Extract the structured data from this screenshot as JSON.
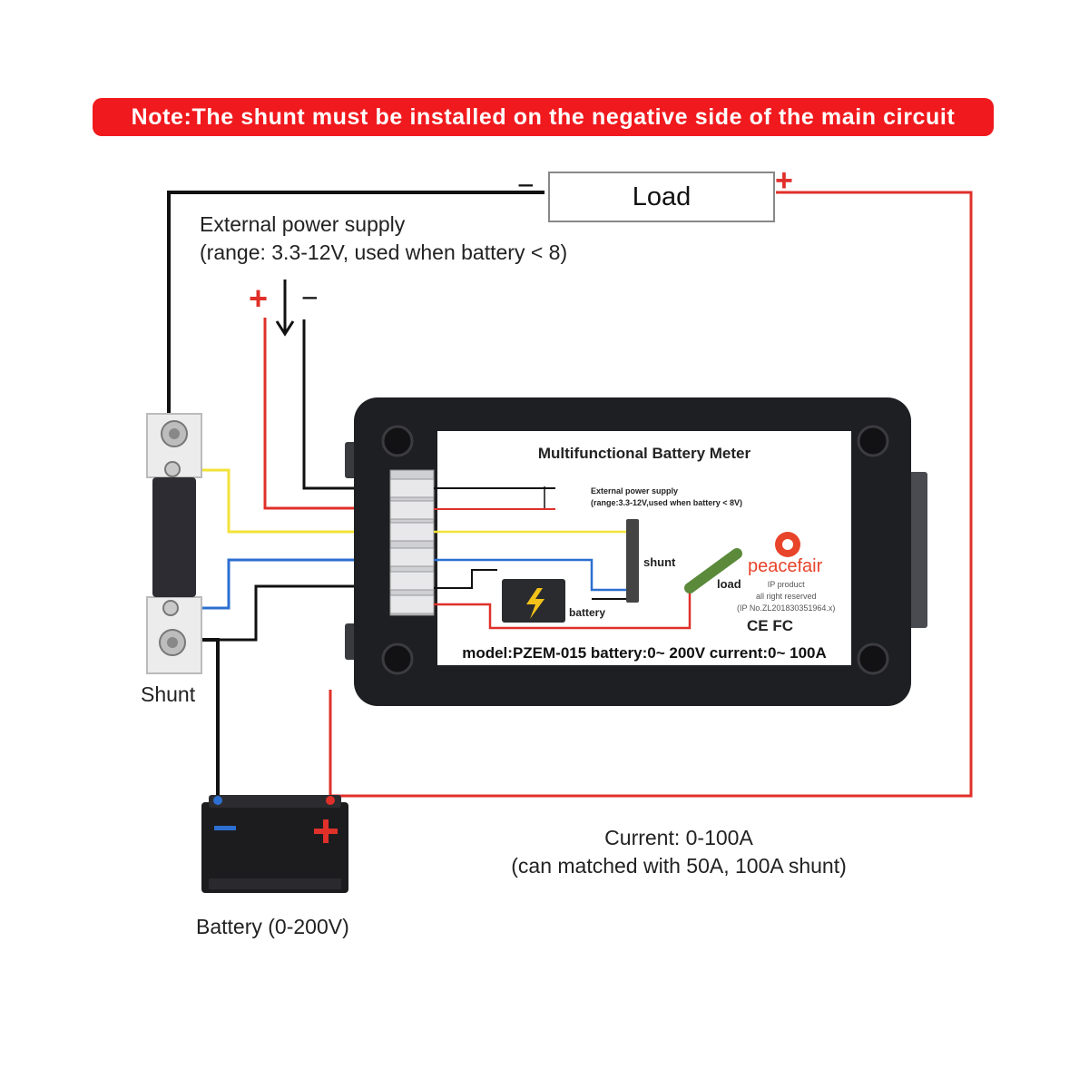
{
  "note": "Note:The shunt must be installed on the negative side of the main circuit",
  "load_label": "Load",
  "external_supply": {
    "line1": "External power supply",
    "line2": "(range: 3.3-12V, used when battery < 8)"
  },
  "shunt_label": "Shunt",
  "battery_label": "Battery (0-200V)",
  "current": {
    "line1": "Current: 0-100A",
    "line2": "(can matched with 50A, 100A shunt)"
  },
  "signs": {
    "plus": "+",
    "minus": "−"
  },
  "meter_panel": {
    "title": "Multifunctional Battery Meter",
    "ext_line1": "External power supply",
    "ext_line2": "(range:3.3-12V,used when battery < 8V)",
    "shunt": "shunt",
    "load": "load",
    "battery": "battery",
    "brand": "peacefair",
    "brand_line1": "IP product",
    "brand_line2": "all right reserved",
    "brand_line3": "(IP No.ZL201830351964.x)",
    "cert": "CE FC",
    "model": "model:PZEM-015 battery:0~ 200V current:0~ 100A"
  },
  "colors": {
    "banner": "#f0191d",
    "wire_red": "#e0302a",
    "wire_black": "#111111",
    "wire_yellow": "#f2e23a",
    "wire_blue": "#2c6fd0",
    "device_body": "#1e1f22"
  }
}
